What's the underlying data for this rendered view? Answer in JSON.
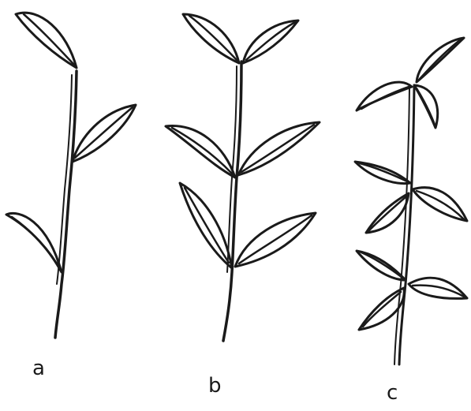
{
  "figure": {
    "labels": [
      "a",
      "b",
      "c"
    ],
    "ink_color": "#1a1a1a",
    "background_color": "#ffffff"
  }
}
